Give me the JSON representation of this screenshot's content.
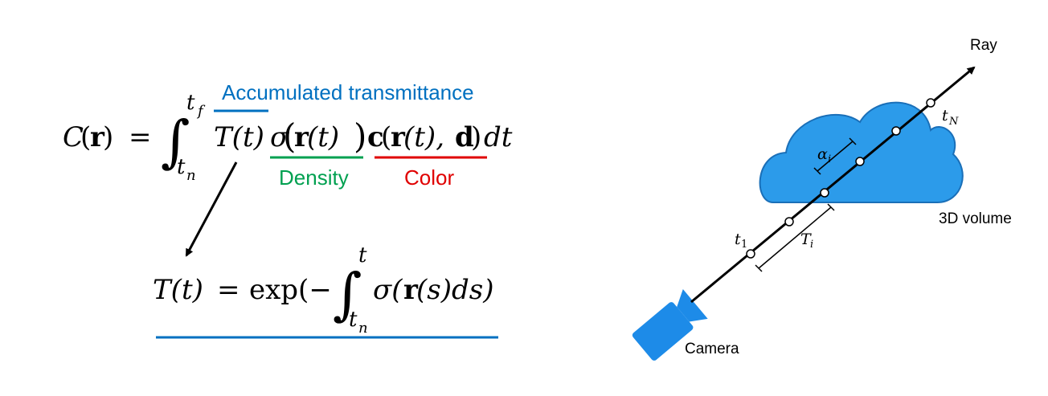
{
  "colors": {
    "accent_blue": "#0070C0",
    "density_green": "#00A050",
    "color_red": "#E00000",
    "cloud_fill": "#2C9BEA",
    "camera_fill": "#1D8BE8"
  },
  "equation_main": {
    "lhs_C": "C",
    "lhs_paren_open": "(",
    "lhs_r": "r",
    "lhs_paren_close": ")",
    "equals": "=",
    "integral": "∫",
    "upper_limit_t": "t",
    "upper_limit_sub": "f",
    "lower_limit_t": "t",
    "lower_limit_sub": "n",
    "term_T": "T(t)",
    "term_sigma": "σ",
    "term_sigma_arg_open": "(",
    "term_sigma_r": "r",
    "term_sigma_arg": "(t)",
    "term_sigma_close": ")",
    "term_c": "c",
    "term_c_open": "(",
    "term_c_r": "r",
    "term_c_t": "(t), ",
    "term_c_d": "d",
    "term_c_close": ")",
    "term_dt": "dt"
  },
  "labels": {
    "accumulated": "Accumulated  transmittance",
    "density": "Density",
    "color": "Color"
  },
  "equation_T": {
    "T": "T(t)",
    "equals": "=",
    "exp": "exp(−",
    "integral": "∫",
    "upper_limit": "t",
    "lower_limit_t": "t",
    "lower_limit_sub": "n",
    "sigma": "σ(",
    "r": "r",
    "rest": "(s)ds)"
  },
  "diagram": {
    "ray_label": "Ray",
    "volume_label": "3D volume",
    "camera_label": "Camera",
    "t1": "t",
    "t1_sub": "1",
    "tN": "t",
    "tN_sub": "N",
    "alpha": "α",
    "alpha_sub": "i",
    "Ti": "T",
    "Ti_sub": "i"
  }
}
